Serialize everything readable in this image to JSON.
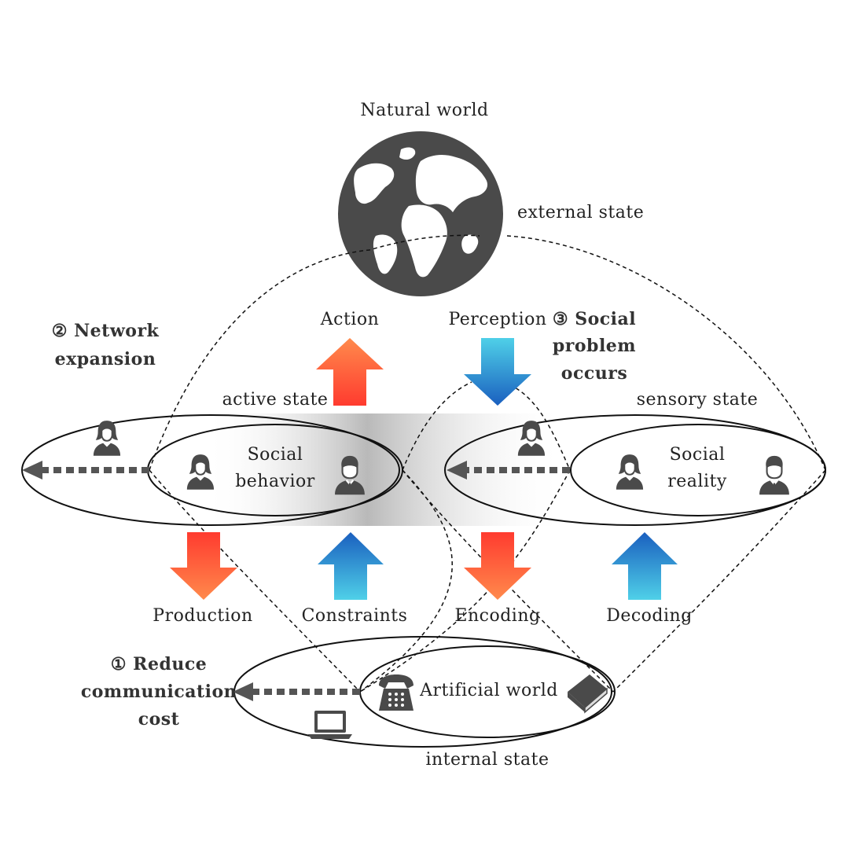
{
  "labels": {
    "natural_world": "Natural world",
    "external_state": "external state",
    "action": "Action",
    "perception": "Perception",
    "network_expansion_line1": "② Network",
    "network_expansion_line2": "expansion",
    "social_problem_line1": "③ Social",
    "social_problem_line2": "problem",
    "social_problem_line3": "occurs",
    "active_state": "active state",
    "sensory_state": "sensory state",
    "social_behavior_line1": "Social",
    "social_behavior_line2": "behavior",
    "social_reality_line1": "Social",
    "social_reality_line2": "reality",
    "production": "Production",
    "constraints": "Constraints",
    "encoding": "Encoding",
    "decoding": "Decoding",
    "reduce_line1": "① Reduce",
    "reduce_line2": "communication",
    "reduce_line3": "cost",
    "artificial_world": "Artificial world",
    "internal_state": "internal state"
  },
  "colors": {
    "warm_top": "#ff3b2f",
    "warm_bottom": "#ff8a4c",
    "cool_top": "#1a5fbf",
    "cool_bottom": "#4fd0e8",
    "icon": "#4a4a4a",
    "dotted_arrow": "#555555"
  },
  "icons": [
    "globe-icon",
    "person-female-icon",
    "person-male-icon",
    "telephone-icon",
    "book-icon",
    "laptop-icon"
  ]
}
